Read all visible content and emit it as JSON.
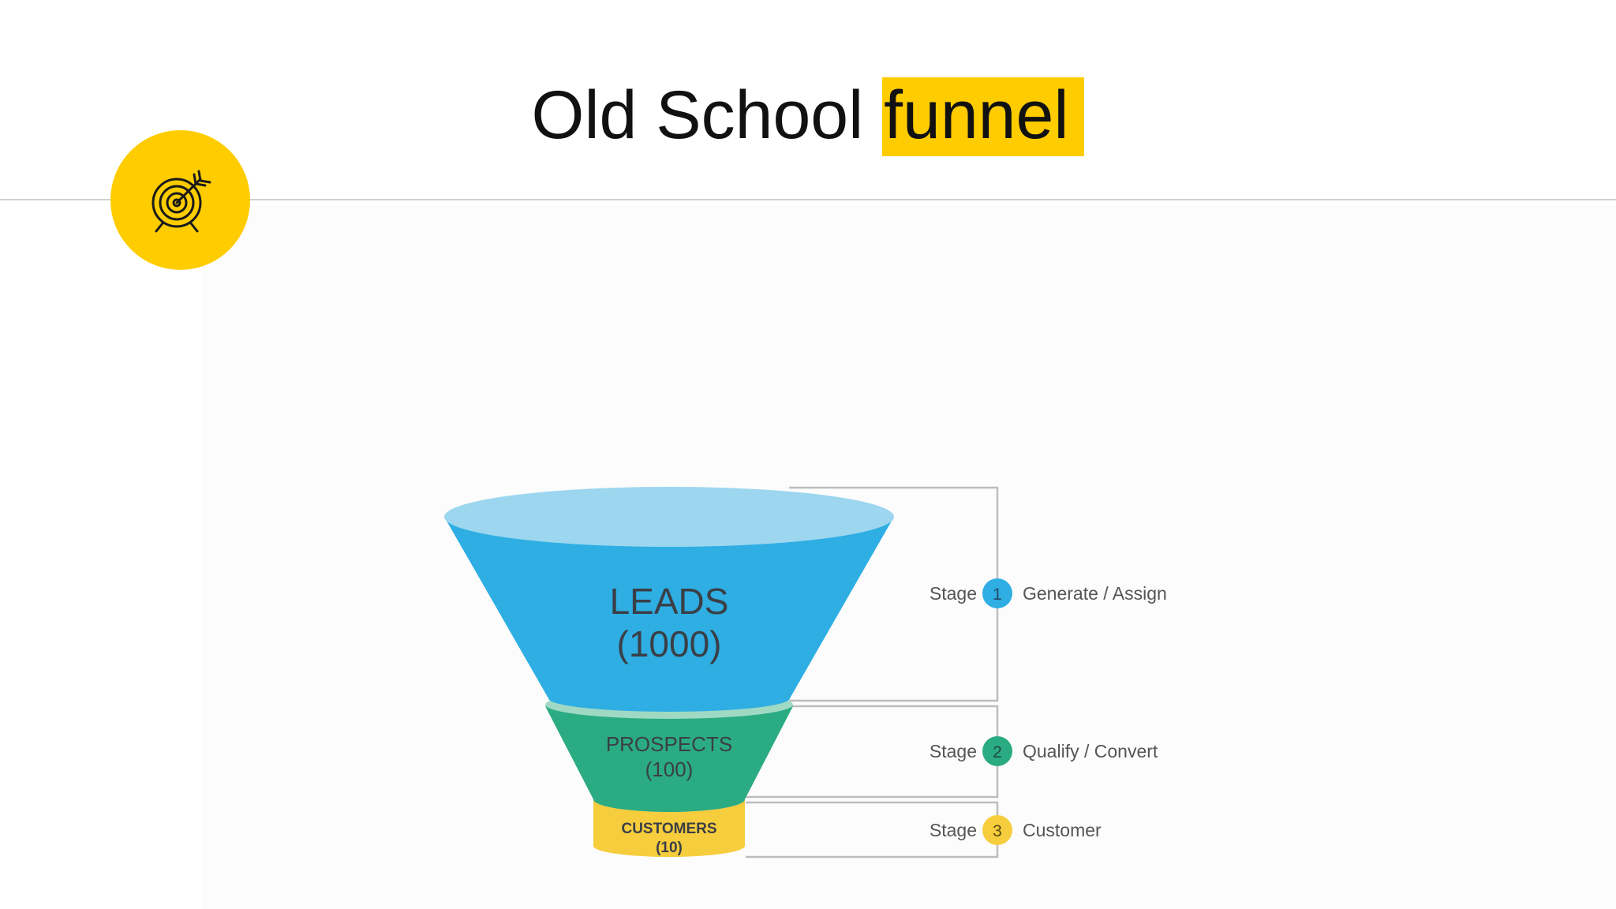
{
  "slide": {
    "title_plain": "Old School ",
    "title_highlight": "funnel",
    "highlight_color": "#ffcc00",
    "badge_icon": "target-arrow-icon"
  },
  "funnel": {
    "stages": [
      {
        "name": "LEADS",
        "count": "(1000)",
        "stage_word": "Stage",
        "number": "1",
        "action": "Generate / Assign",
        "color": "#2eaee3"
      },
      {
        "name": "PROSPECTS",
        "count": "(100)",
        "stage_word": "Stage",
        "number": "2",
        "action": "Qualify / Convert",
        "color": "#2bab82"
      },
      {
        "name": "CUSTOMERS",
        "count": "(10)",
        "stage_word": "Stage",
        "number": "3",
        "action": "Customer",
        "color": "#f6cd3d"
      }
    ]
  }
}
